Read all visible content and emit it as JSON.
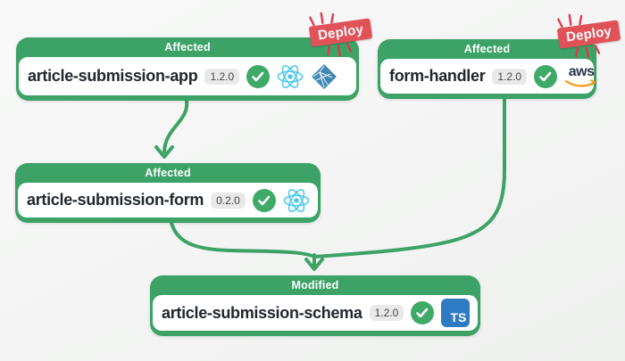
{
  "diagram": {
    "type": "dependency-graph",
    "deploy_label": "Deploy",
    "nodes": [
      {
        "id": "article-submission-app",
        "status": "Affected",
        "name": "article-submission-app",
        "version": "1.2.0",
        "icons": [
          "check-circle-icon",
          "react-icon",
          "netlify-icon"
        ],
        "deploy_badge": true
      },
      {
        "id": "form-handler",
        "status": "Affected",
        "name": "form-handler",
        "version": "1.2.0",
        "icons": [
          "check-circle-icon",
          "aws-icon"
        ],
        "deploy_badge": true
      },
      {
        "id": "article-submission-form",
        "status": "Affected",
        "name": "article-submission-form",
        "version": "0.2.0",
        "icons": [
          "check-circle-icon",
          "react-icon"
        ],
        "deploy_badge": false
      },
      {
        "id": "article-submission-schema",
        "status": "Modified",
        "name": "article-submission-schema",
        "version": "1.2.0",
        "icons": [
          "check-circle-icon",
          "typescript-icon"
        ],
        "deploy_badge": false
      }
    ],
    "edges": [
      {
        "from": "article-submission-app",
        "to": "article-submission-form"
      },
      {
        "from": "article-submission-form",
        "to": "article-submission-schema"
      },
      {
        "from": "form-handler",
        "to": "article-submission-schema"
      }
    ],
    "icon_labels": {
      "aws": "aws",
      "typescript": "TS"
    },
    "colors": {
      "green": "#3ca266",
      "deploy_red": "#e05158",
      "background": "#f4f5f4",
      "pill_bg": "#e9e9e9",
      "name_text": "#22262e",
      "react_cyan": "#45c8ea",
      "netlify_blue": "#4189b5",
      "aws_dark": "#2b3648",
      "aws_orange": "#f49a1e",
      "typescript_blue": "#2f7bc3"
    }
  }
}
